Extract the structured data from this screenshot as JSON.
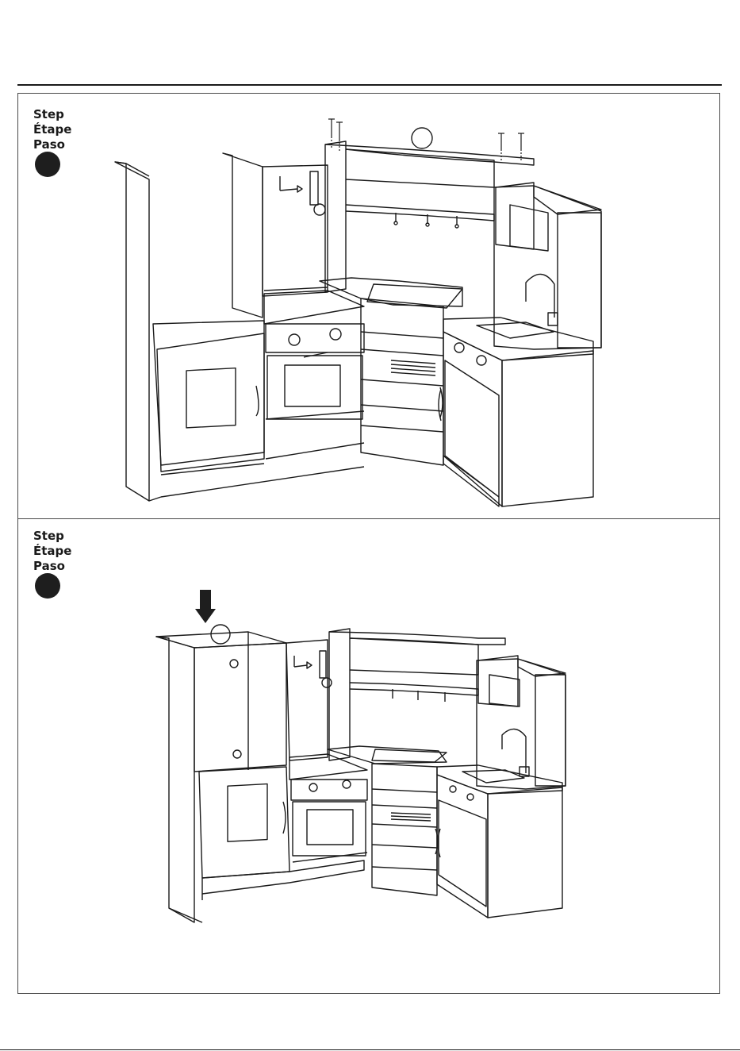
{
  "steps": [
    {
      "label_en": "Step",
      "label_fr": "Étape",
      "label_es": "Paso"
    },
    {
      "label_en": "Step",
      "label_fr": "Étape",
      "label_es": "Paso"
    }
  ],
  "colors": {
    "line": "#1a1a1a",
    "badge": "#1e1e1e",
    "panel_border": "#4a4a4a"
  },
  "icons": [
    "screw-icon",
    "down-arrow-icon"
  ]
}
